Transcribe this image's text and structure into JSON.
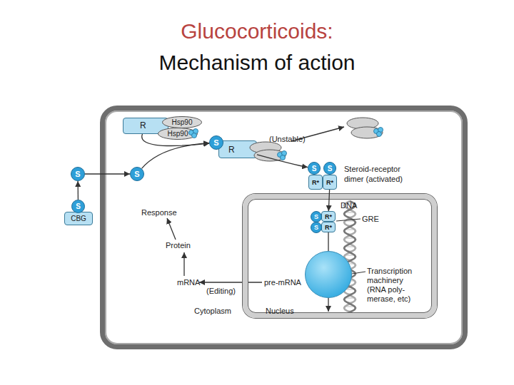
{
  "diagram": {
    "title": "Glucocorticoids:",
    "nodes": [
      {
        "text": [
          "Cytoplasm"
        ]
      },
      {
        "text": [
          "Nucleus"
        ],
        "in": 0
      },
      {
        "text": [
          "R"
        ],
        "in": 0
      },
      {
        "text": [
          "Hsp90"
        ],
        "in": 0
      },
      {
        "text": [
          "Hsp90"
        ],
        "in": 0
      },
      {
        "text": [
          "S"
        ]
      },
      {
        "text": [
          "CBG"
        ]
      },
      {
        "text": [
          "S"
        ]
      },
      {
        "text": [
          "S"
        ],
        "in": 0
      },
      {
        "text": [
          "S"
        ],
        "in": 0
      },
      {
        "text": [
          "R"
        ],
        "in": 0
      },
      {
        "text": [
          "S"
        ],
        "in": 0
      },
      {
        "text": [
          "S"
        ],
        "in": 0
      },
      {
        "text": [
          "R*"
        ],
        "in": 0
      },
      {
        "text": [
          "R*"
        ],
        "in": 0
      },
      {
        "text": [
          "S"
        ],
        "in": 1
      },
      {
        "text": [
          "R*"
        ],
        "in": 1
      },
      {
        "text": [
          "S"
        ],
        "in": 1
      },
      {
        "text": [
          "R*"
        ],
        "in": 1
      },
      {
        "text": [
          "Transcription machinery (RNA poly- merase, etc)"
        ],
        "in": 1
      }
    ],
    "edges": [
      {
        "from": 7,
        "to": 5,
        "arrow": "to"
      },
      {
        "from": 5,
        "to": 8,
        "arrow": "to"
      },
      {
        "from": 2,
        "to": 9,
        "arrow": "to"
      },
      {
        "from": 8,
        "to": 9,
        "arrow": "to"
      },
      {
        "from": 10,
        "to": 11,
        "arrow": "to"
      },
      {
        "from": 14,
        "to": 16,
        "arrow": "to"
      },
      {
        "from": 18,
        "to": 19,
        "arrow": "none"
      }
    ],
    "labels": [
      "Mechanism of action",
      "(Unstable)",
      "Steroid-receptor dimer (activated)",
      "DNA",
      "GRE",
      "Response",
      "Protein",
      "mRNA",
      "(Editing)",
      "pre-mRNA"
    ]
  }
}
